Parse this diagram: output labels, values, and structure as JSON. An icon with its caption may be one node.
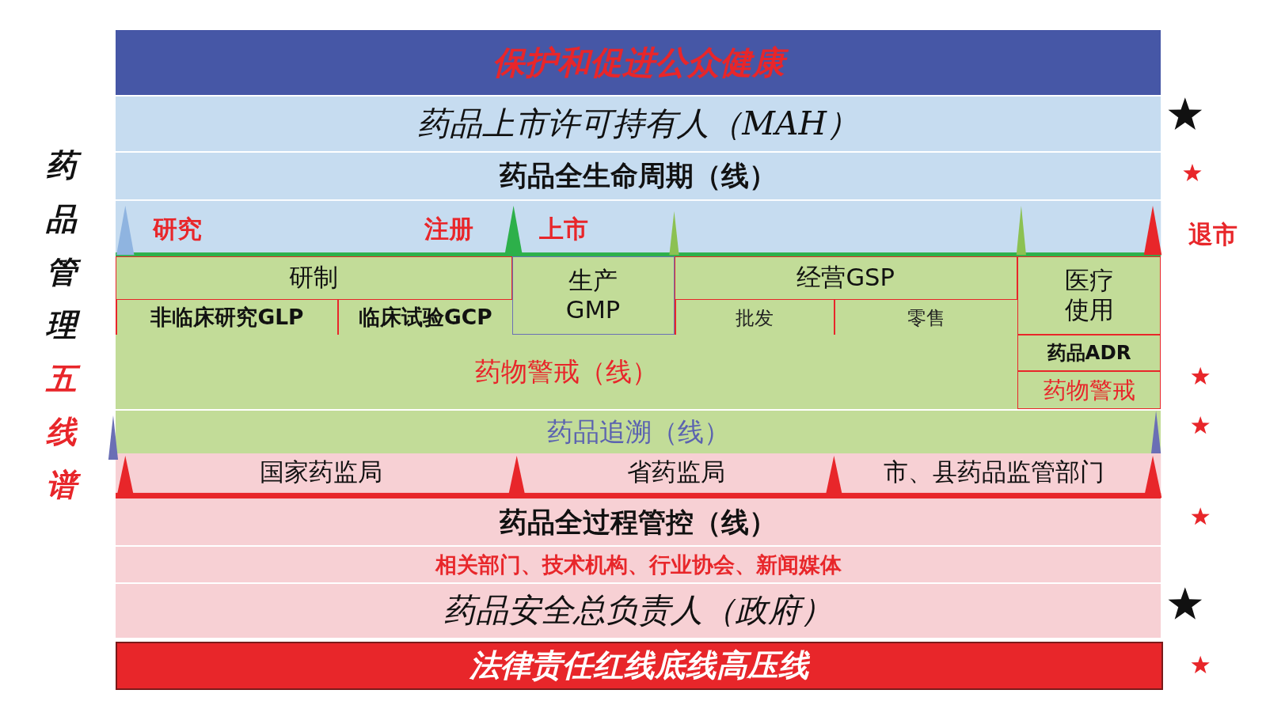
{
  "diagram": {
    "nodes": [
      {
        "text": [
          "保护和促进公众健康"
        ]
      },
      {
        "text": [
          "药品上市许可持有人（MAH）"
        ]
      },
      {
        "text": [
          "药品全生命周期（线）"
        ]
      },
      {
        "text": [
          "研制"
        ]
      },
      {
        "text": [
          "非临床研究GLP"
        ],
        "in": 3
      },
      {
        "text": [
          "临床试验GCP"
        ],
        "in": 3
      },
      {
        "text": [
          "生产 GMP"
        ]
      },
      {
        "text": [
          "经营GSP"
        ]
      },
      {
        "text": [
          "批发"
        ],
        "in": 7
      },
      {
        "text": [
          "零售"
        ],
        "in": 7
      },
      {
        "text": [
          "医疗使用"
        ]
      },
      {
        "text": [
          "药物警戒（线）"
        ]
      },
      {
        "text": [
          "药品ADR"
        ]
      },
      {
        "text": [
          "药物警戒"
        ]
      },
      {
        "text": [
          "药品追溯（线）"
        ]
      },
      {
        "text": [
          "国家药监局"
        ]
      },
      {
        "text": [
          "省药监局"
        ]
      },
      {
        "text": [
          "市、县药品监管部门"
        ]
      },
      {
        "text": [
          "药品全过程管控（线）"
        ]
      },
      {
        "text": [
          "相关部门、技术机构、行业协会、新闻媒体"
        ]
      },
      {
        "text": [
          "药品安全总负责人（政府）"
        ]
      },
      {
        "text": [
          "法律责任红线底线高压线"
        ]
      }
    ],
    "labels": [
      "研究",
      "注册",
      "上市",
      "退市",
      "药品管理",
      "五线谱"
    ]
  }
}
